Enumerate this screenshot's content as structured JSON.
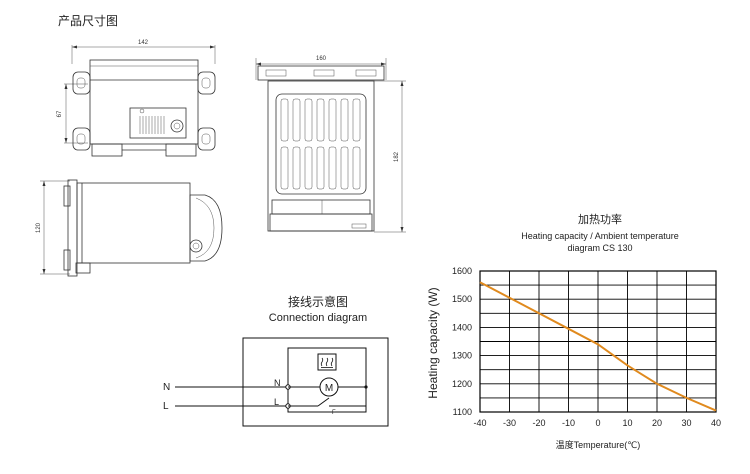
{
  "page_title": "产品尺寸图",
  "dimensions": {
    "front_width": "142",
    "front_height": "67",
    "top_width": "160",
    "top_height": "182",
    "side_height": "120"
  },
  "wiring": {
    "title_cn": "接线示意图",
    "title_en": "Connection  diagram",
    "line_left_n": "N",
    "line_left_l": "L",
    "terminal_n": "N",
    "terminal_l": "L",
    "motor_symbol": "M",
    "thermostat_symbol": "F"
  },
  "colors": {
    "curve": "#E08A1E",
    "grid": "#000000"
  },
  "chart_data": {
    "type": "line",
    "title_cn": "加热功率",
    "title_line1": "Heating capacity / Ambient temperature",
    "title_line2": "diagram CS 130",
    "xlabel": "温度Temperature(℃)",
    "ylabel": "Heating  capacity  (W)",
    "xlim": [
      -40,
      40
    ],
    "ylim": [
      1100,
      1600
    ],
    "x_ticks": [
      -40,
      -30,
      -20,
      -10,
      0,
      10,
      20,
      30,
      40
    ],
    "y_ticks": [
      1100,
      1200,
      1300,
      1400,
      1500,
      1600
    ],
    "grid": true,
    "series": [
      {
        "x": [
          -40,
          -30,
          -20,
          -10,
          0,
          10,
          20,
          30,
          40
        ],
        "values": [
          1560,
          1505,
          1450,
          1395,
          1340,
          1265,
          1200,
          1150,
          1105
        ]
      }
    ]
  }
}
